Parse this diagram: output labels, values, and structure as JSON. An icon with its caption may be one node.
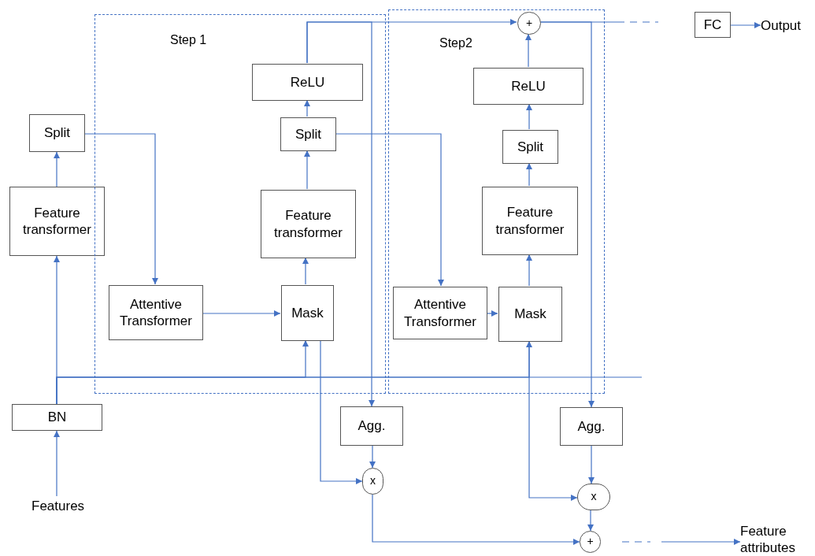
{
  "diagram": {
    "nodes": [
      {
        "text": [
          "Features"
        ]
      },
      {
        "text": [
          "BN"
        ]
      },
      {
        "text": [
          "Feature transformer"
        ]
      },
      {
        "text": [
          "Split"
        ]
      },
      {
        "text": [
          "Step 1"
        ]
      },
      {
        "text": [
          "Attentive Transformer"
        ],
        "in": 4
      },
      {
        "text": [
          "Mask"
        ],
        "in": 4
      },
      {
        "text": [
          "Feature transformer"
        ],
        "in": 4
      },
      {
        "text": [
          "Split"
        ],
        "in": 4
      },
      {
        "text": [
          "ReLU"
        ],
        "in": 4
      },
      {
        "text": [
          "Step2"
        ]
      },
      {
        "text": [
          "Attentive Transformer"
        ],
        "in": 10
      },
      {
        "text": [
          "Mask"
        ],
        "in": 10
      },
      {
        "text": [
          "Feature transformer"
        ],
        "in": 10
      },
      {
        "text": [
          "Split"
        ],
        "in": 10
      },
      {
        "text": [
          "ReLU"
        ],
        "in": 10
      },
      {
        "text": [
          "+"
        ],
        "in": 10
      },
      {
        "text": [
          "FC"
        ]
      },
      {
        "text": [
          "Output"
        ]
      },
      {
        "text": [
          "Agg."
        ]
      },
      {
        "text": [
          "x"
        ]
      },
      {
        "text": [
          "Agg."
        ]
      },
      {
        "text": [
          "x"
        ]
      },
      {
        "text": [
          "+"
        ]
      },
      {
        "text": [
          "Feature attributes"
        ]
      }
    ],
    "edges": [
      {
        "from": 0,
        "to": 1,
        "arrow": "to"
      },
      {
        "from": 1,
        "to": 2,
        "arrow": "to"
      },
      {
        "from": 1,
        "to": 6,
        "arrow": "to"
      },
      {
        "from": 1,
        "to": 12,
        "arrow": "to"
      },
      {
        "from": 1,
        "to": null,
        "arrow": "none"
      },
      {
        "from": 2,
        "to": 3,
        "arrow": "to"
      },
      {
        "from": 3,
        "to": 5,
        "arrow": "to"
      },
      {
        "from": 5,
        "to": 6,
        "arrow": "to"
      },
      {
        "from": 6,
        "to": 7,
        "arrow": "to"
      },
      {
        "from": 7,
        "to": 8,
        "arrow": "to"
      },
      {
        "from": 8,
        "to": 9,
        "arrow": "to"
      },
      {
        "from": 9,
        "to": 16,
        "arrow": "to"
      },
      {
        "from": 9,
        "to": 19,
        "arrow": "to"
      },
      {
        "from": 8,
        "to": 11,
        "arrow": "to"
      },
      {
        "from": 11,
        "to": 12,
        "arrow": "to"
      },
      {
        "from": 12,
        "to": 13,
        "arrow": "to"
      },
      {
        "from": 13,
        "to": 14,
        "arrow": "to"
      },
      {
        "from": 14,
        "to": 15,
        "arrow": "to"
      },
      {
        "from": 15,
        "to": 16,
        "arrow": "to"
      },
      {
        "from": 16,
        "to": null,
        "arrow": "none"
      },
      {
        "from": 16,
        "to": 21,
        "arrow": "to"
      },
      {
        "from": 17,
        "to": 18,
        "arrow": "to"
      },
      {
        "from": 6,
        "to": 20,
        "arrow": "to"
      },
      {
        "from": 19,
        "to": 20,
        "arrow": "to"
      },
      {
        "from": 12,
        "to": 22,
        "arrow": "to"
      },
      {
        "from": 21,
        "to": 22,
        "arrow": "to"
      },
      {
        "from": 22,
        "to": 23,
        "arrow": "to"
      },
      {
        "from": 20,
        "to": 23,
        "arrow": "to"
      },
      {
        "from": null,
        "to": 24,
        "arrow": "to"
      }
    ]
  }
}
